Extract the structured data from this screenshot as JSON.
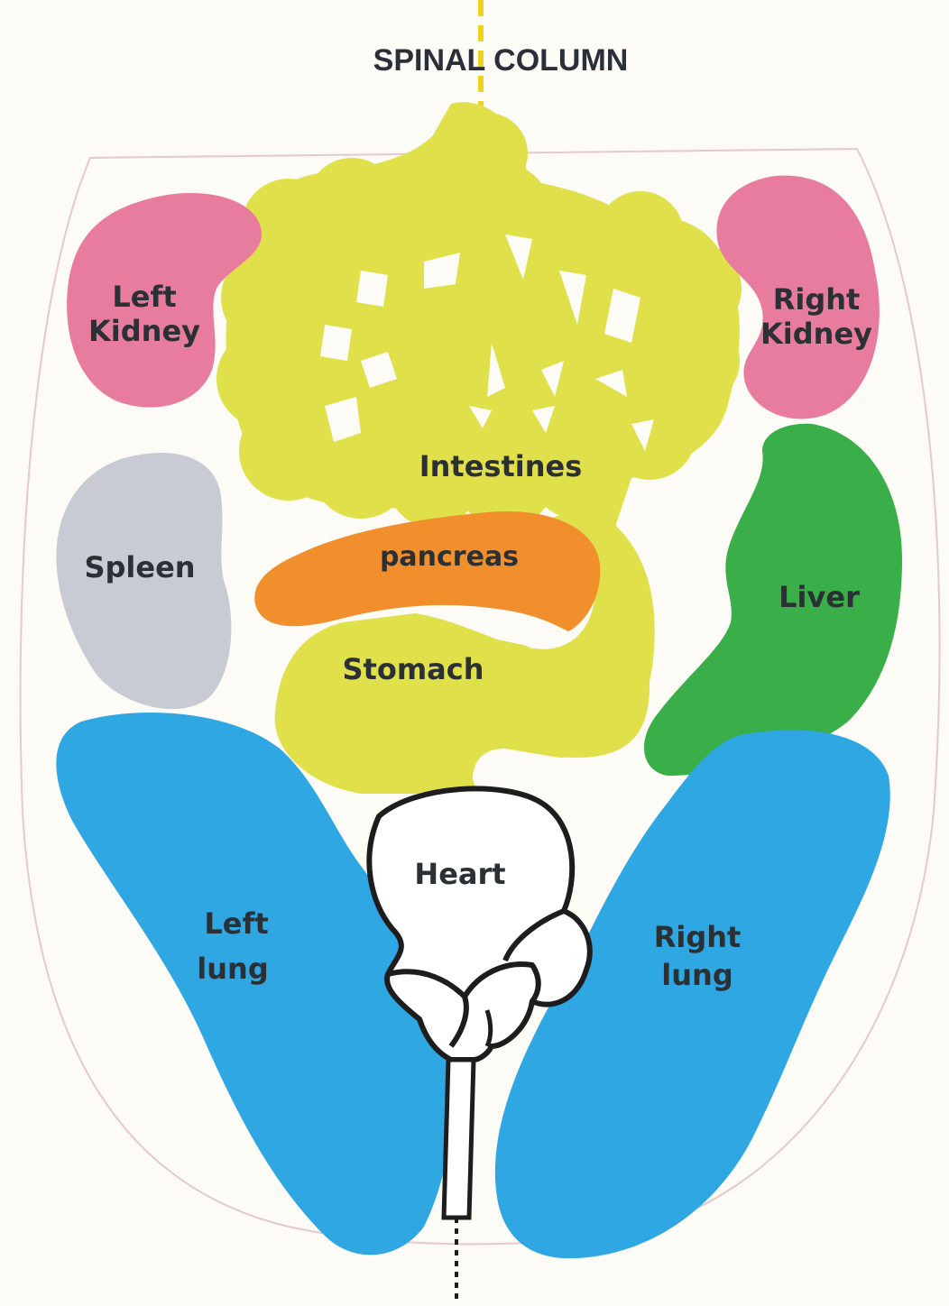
{
  "diagram": {
    "spine_label": "SPINAL COLUMN",
    "organs": {
      "left_kidney": {
        "line1": "Left",
        "line2": "Kidney",
        "color": "#e87c9e"
      },
      "right_kidney": {
        "line1": "Right",
        "line2": "Kidney",
        "color": "#e87c9e"
      },
      "intestines": {
        "label": "Intestines",
        "color": "#e0e04a"
      },
      "spleen": {
        "label": "Spleen",
        "color": "#c8cbd3"
      },
      "pancreas": {
        "label": "pancreas",
        "color": "#f08f2c"
      },
      "liver": {
        "label": "Liver",
        "color": "#3aae48"
      },
      "stomach": {
        "label": "Stomach",
        "color": "#e0e04a"
      },
      "heart": {
        "label": "Heart",
        "color": "#ffffff"
      },
      "left_lung": {
        "line1": "Left",
        "line2": "lung",
        "color": "#2ea7e3"
      },
      "right_lung": {
        "line1": "Right",
        "line2": "lung",
        "color": "#2ea7e3"
      }
    },
    "body_outline_color": "#e6c9cc",
    "spine_color": "#f2d21a"
  }
}
